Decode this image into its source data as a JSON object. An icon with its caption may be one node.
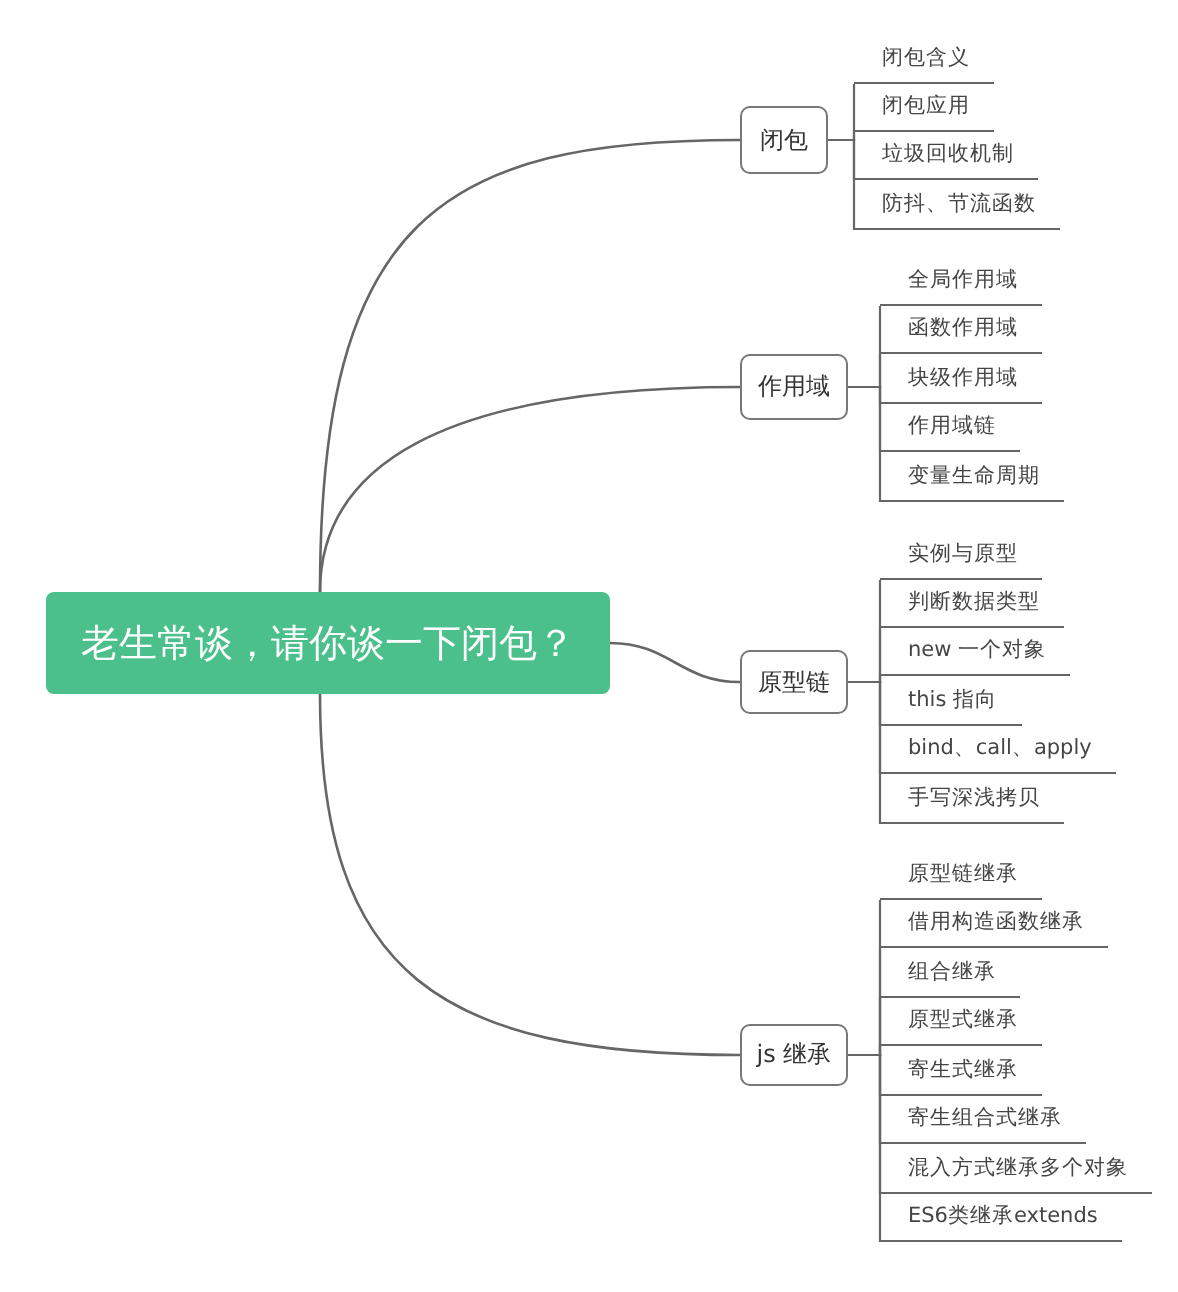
{
  "diagram": {
    "nodes": [
      {
        "text": [
          "老生常谈，请你谈一下闭包？"
        ]
      },
      {
        "text": [
          "闭包"
        ]
      },
      {
        "text": [
          "闭包含义"
        ]
      },
      {
        "text": [
          "闭包应用"
        ]
      },
      {
        "text": [
          "垃圾回收机制"
        ]
      },
      {
        "text": [
          "防抖、节流函数"
        ]
      },
      {
        "text": [
          "作用域"
        ]
      },
      {
        "text": [
          "全局作用域"
        ]
      },
      {
        "text": [
          "函数作用域"
        ]
      },
      {
        "text": [
          "块级作用域"
        ]
      },
      {
        "text": [
          "作用域链"
        ]
      },
      {
        "text": [
          "变量生命周期"
        ]
      },
      {
        "text": [
          "原型链"
        ]
      },
      {
        "text": [
          "实例与原型"
        ]
      },
      {
        "text": [
          "判断数据类型"
        ]
      },
      {
        "text": [
          "new 一个对象"
        ]
      },
      {
        "text": [
          "this 指向"
        ]
      },
      {
        "text": [
          "bind、call、apply"
        ]
      },
      {
        "text": [
          "手写深浅拷贝"
        ]
      },
      {
        "text": [
          "js 继承"
        ]
      },
      {
        "text": [
          "原型链继承"
        ]
      },
      {
        "text": [
          "借用构造函数继承"
        ]
      },
      {
        "text": [
          "组合继承"
        ]
      },
      {
        "text": [
          "原型式继承"
        ]
      },
      {
        "text": [
          "寄生式继承"
        ]
      },
      {
        "text": [
          "寄生组合式继承"
        ]
      },
      {
        "text": [
          "混入方式继承多个对象"
        ]
      },
      {
        "text": [
          "ES6类继承extends"
        ]
      }
    ],
    "edges": [
      {
        "from": 0,
        "to": 1,
        "arrow": "none"
      },
      {
        "from": 0,
        "to": 6,
        "arrow": "none"
      },
      {
        "from": 0,
        "to": 12,
        "arrow": "none"
      },
      {
        "from": 0,
        "to": 19,
        "arrow": "none"
      },
      {
        "from": 1,
        "to": 2,
        "arrow": "none"
      },
      {
        "from": 1,
        "to": 3,
        "arrow": "none"
      },
      {
        "from": 1,
        "to": 4,
        "arrow": "none"
      },
      {
        "from": 1,
        "to": 5,
        "arrow": "none"
      },
      {
        "from": 6,
        "to": 7,
        "arrow": "none"
      },
      {
        "from": 6,
        "to": 8,
        "arrow": "none"
      },
      {
        "from": 6,
        "to": 9,
        "arrow": "none"
      },
      {
        "from": 6,
        "to": 10,
        "arrow": "none"
      },
      {
        "from": 6,
        "to": 11,
        "arrow": "none"
      },
      {
        "from": 12,
        "to": 13,
        "arrow": "none"
      },
      {
        "from": 12,
        "to": 14,
        "arrow": "none"
      },
      {
        "from": 12,
        "to": 15,
        "arrow": "none"
      },
      {
        "from": 12,
        "to": 16,
        "arrow": "none"
      },
      {
        "from": 12,
        "to": 17,
        "arrow": "none"
      },
      {
        "from": 12,
        "to": 18,
        "arrow": "none"
      },
      {
        "from": 19,
        "to": 20,
        "arrow": "none"
      },
      {
        "from": 19,
        "to": 21,
        "arrow": "none"
      },
      {
        "from": 19,
        "to": 22,
        "arrow": "none"
      },
      {
        "from": 19,
        "to": 23,
        "arrow": "none"
      },
      {
        "from": 19,
        "to": 24,
        "arrow": "none"
      },
      {
        "from": 19,
        "to": 25,
        "arrow": "none"
      },
      {
        "from": 19,
        "to": 26,
        "arrow": "none"
      },
      {
        "from": 19,
        "to": 27,
        "arrow": "none"
      }
    ]
  }
}
